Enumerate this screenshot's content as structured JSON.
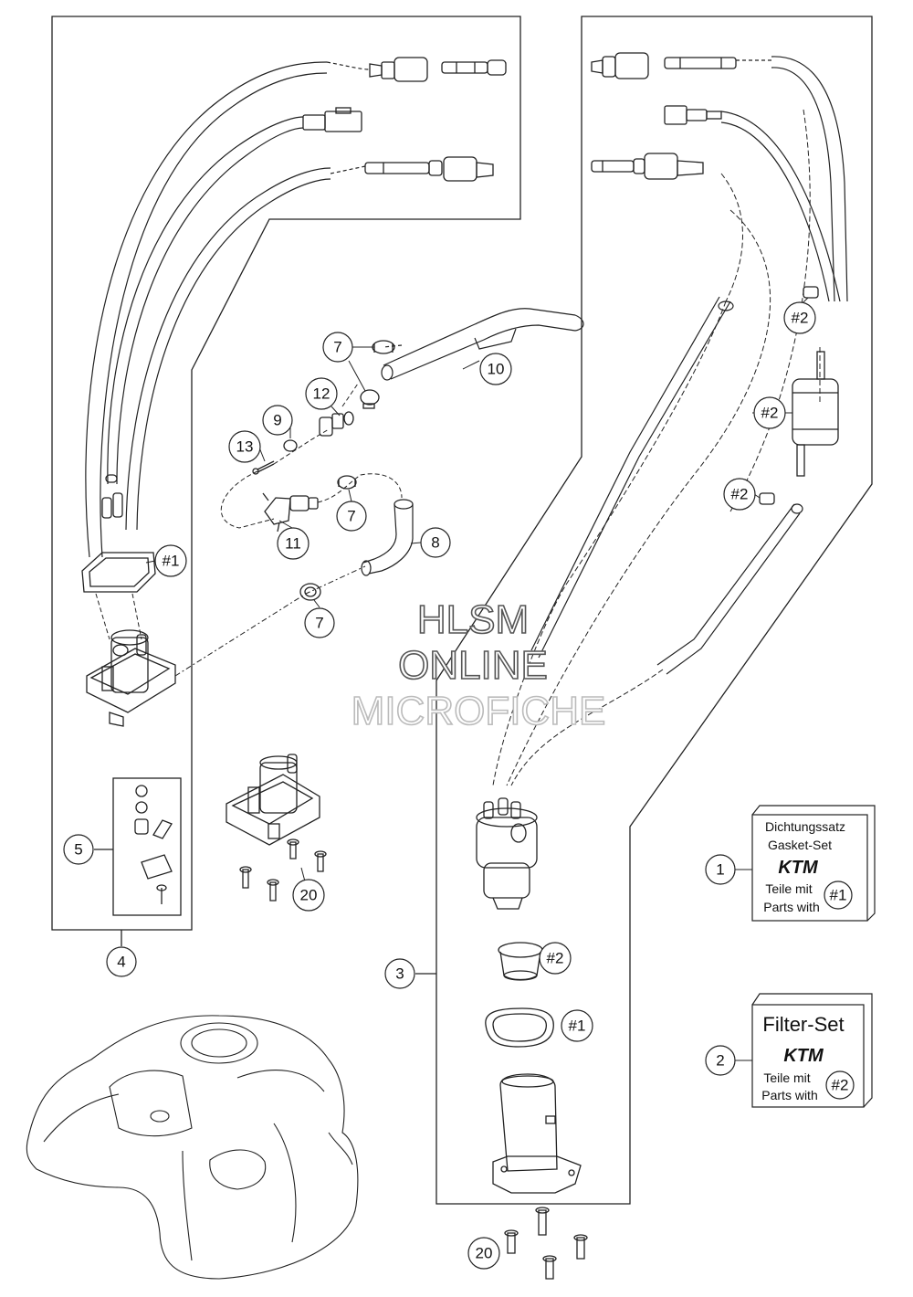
{
  "callouts": {
    "c1": "1",
    "c2": "2",
    "c3": "3",
    "c4": "4",
    "c5": "5",
    "c7a": "7",
    "c7b": "7",
    "c7c": "7",
    "c8": "8",
    "c9": "9",
    "c10": "10",
    "c11": "11",
    "c12": "12",
    "c13": "13",
    "c20a": "20",
    "c20b": "20",
    "h1a": "#1",
    "h1b": "#1",
    "h2a": "#2",
    "h2b": "#2",
    "h2c": "#2",
    "h2d": "#2"
  },
  "gasket_kit": {
    "line1": "Dichtungssatz",
    "line2": "Gasket-Set",
    "brand": "KTM",
    "line3": "Teile mit",
    "line4": "Parts with",
    "ref": "#1"
  },
  "filter_kit": {
    "title": "Filter-Set",
    "brand": "KTM",
    "line1": "Teile mit",
    "line2": "Parts with",
    "ref": "#2"
  },
  "watermark": {
    "line1": "HLSM",
    "line2": "ONLINE",
    "line3": "MICROFICHE",
    "color_dark": "#555555",
    "color_light": "#bbbbbb"
  }
}
